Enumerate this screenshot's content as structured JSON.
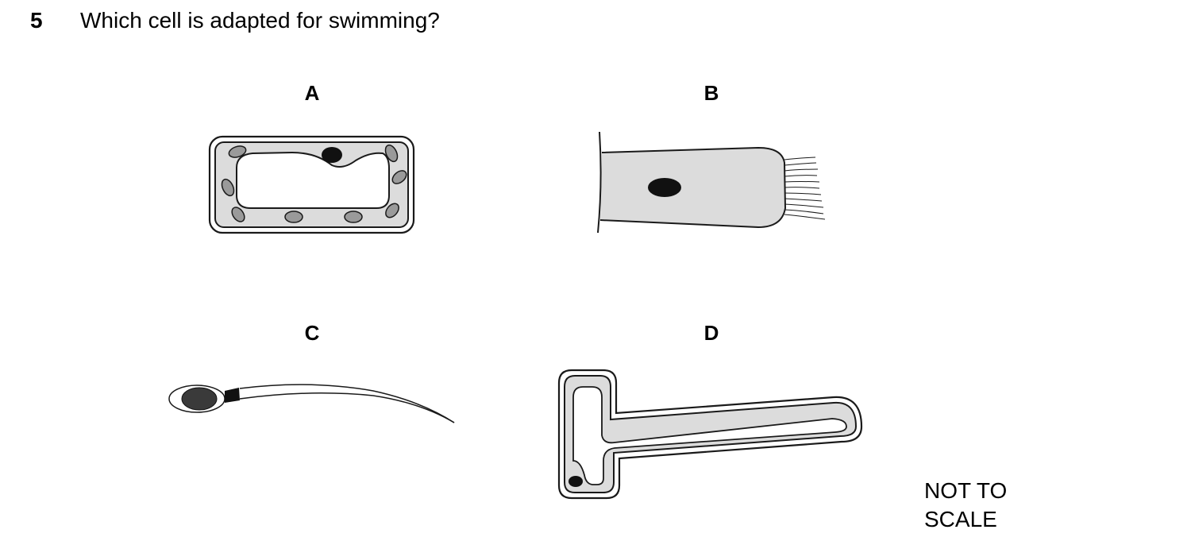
{
  "question": {
    "number": "5",
    "text": "Which cell is adapted for swimming?"
  },
  "options": [
    {
      "letter": "A"
    },
    {
      "letter": "B"
    },
    {
      "letter": "C"
    },
    {
      "letter": "D"
    }
  ],
  "note": {
    "line1": "NOT TO",
    "line2": "SCALE"
  },
  "colors": {
    "cytoplasm": "#dcdcdc",
    "chloroplast": "#9a9a9a",
    "nucleus": "#111111",
    "outline": "#1a1a1a"
  }
}
